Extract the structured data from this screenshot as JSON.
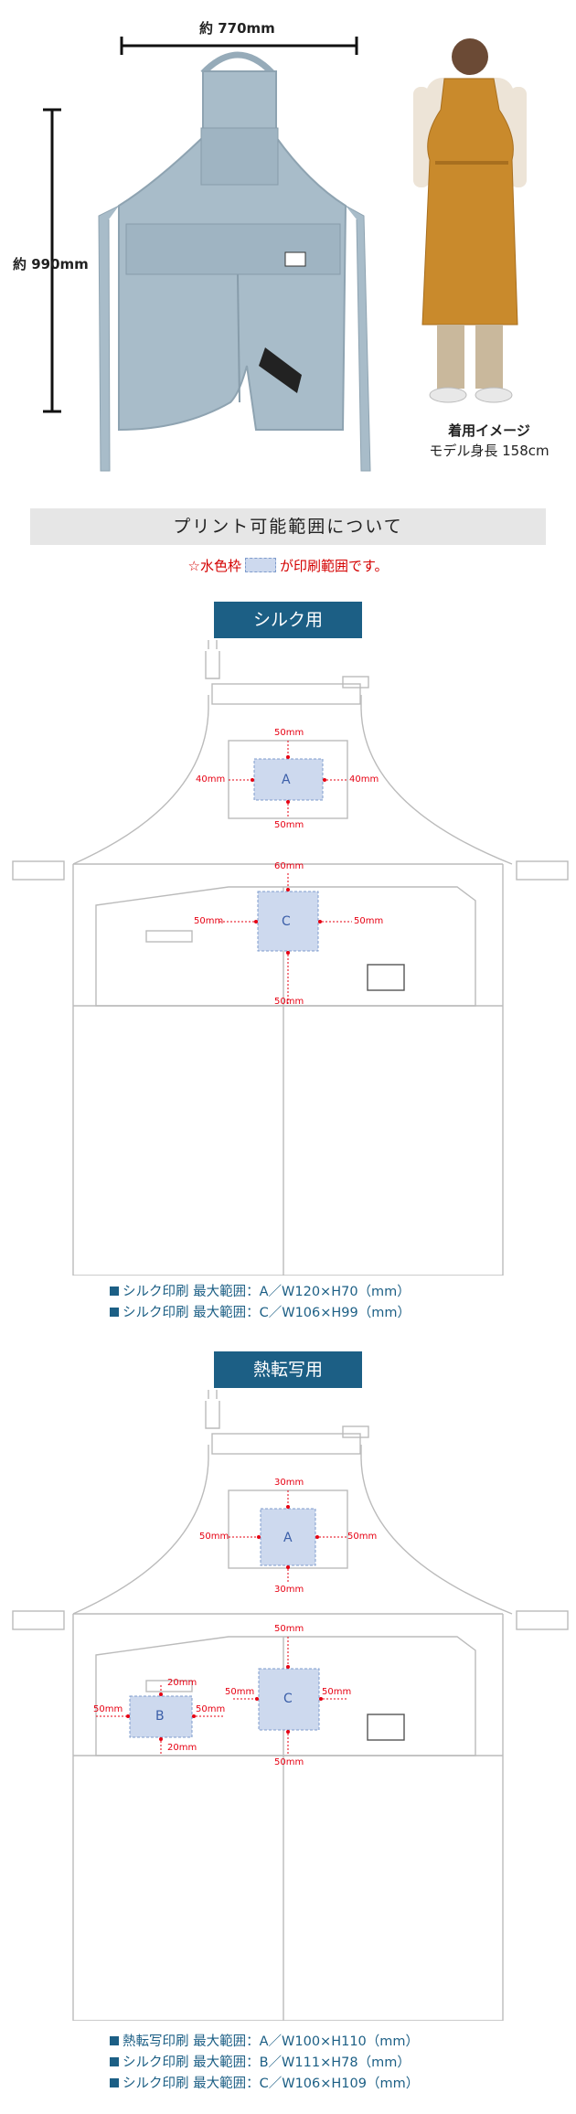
{
  "header": {
    "width_label": "約 770mm",
    "height_label": "約 990mm",
    "photo_caption_1": "着用イメージ",
    "photo_caption_2": "モデル身長 158cm"
  },
  "print_section": {
    "title": "プリント可能範囲について",
    "legend_before": "☆水色枠",
    "legend_after": "が印刷範囲です。"
  },
  "silk": {
    "tab": "シルク用",
    "areas": {
      "A": {
        "label": "A",
        "top": "50mm",
        "bottom": "50mm",
        "left": "40mm",
        "right": "40mm"
      },
      "C": {
        "label": "C",
        "top": "60mm",
        "bottom": "50mm",
        "left": "50mm",
        "right": "50mm"
      }
    },
    "specs": [
      "シルク印刷 最大範囲：A／W120×H70（mm）",
      "シルク印刷 最大範囲：C／W106×H99（mm）"
    ]
  },
  "heat": {
    "tab": "熱転写用",
    "areas": {
      "A": {
        "label": "A",
        "top": "30mm",
        "bottom": "30mm",
        "left": "50mm",
        "right": "50mm"
      },
      "B": {
        "label": "B",
        "top": "20mm",
        "bottom": "20mm",
        "left": "50mm",
        "right": "50mm"
      },
      "C": {
        "label": "C",
        "top": "50mm",
        "bottom": "50mm",
        "left": "50mm",
        "right": "50mm"
      }
    },
    "specs": [
      "熱転写印刷 最大範囲：A／W100×H110（mm）",
      "シルク印刷 最大範囲：B／W111×H78（mm）",
      "シルク印刷 最大範囲：C／W106×H109（mm）"
    ]
  },
  "colors": {
    "apron_blue": "#a8bcc9",
    "apron_model": "#c98a2c",
    "area_fill": "#cdd9ee",
    "area_stroke": "#7f9ccc",
    "dim_red": "#e60012",
    "tab_blue": "#1c5f85",
    "legend_red": "#d40000"
  }
}
